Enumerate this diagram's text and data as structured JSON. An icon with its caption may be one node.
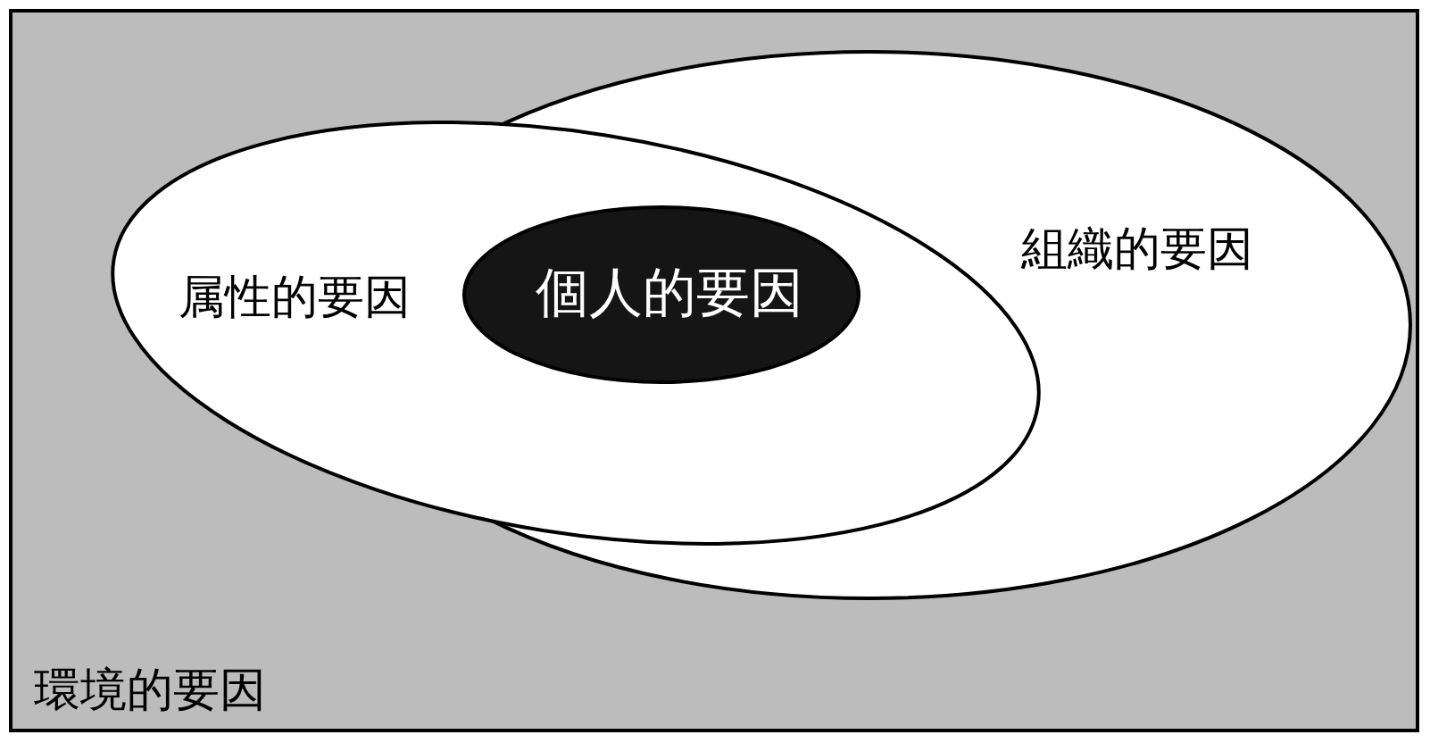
{
  "diagram": {
    "nodes": [
      {
        "text": [
          "環境的要因"
        ]
      },
      {
        "text": [
          "組織的要因"
        ],
        "in": 0
      },
      {
        "text": [
          "属性的要因"
        ],
        "in": 0
      },
      {
        "text": [
          "個人的要因"
        ]
      }
    ]
  }
}
